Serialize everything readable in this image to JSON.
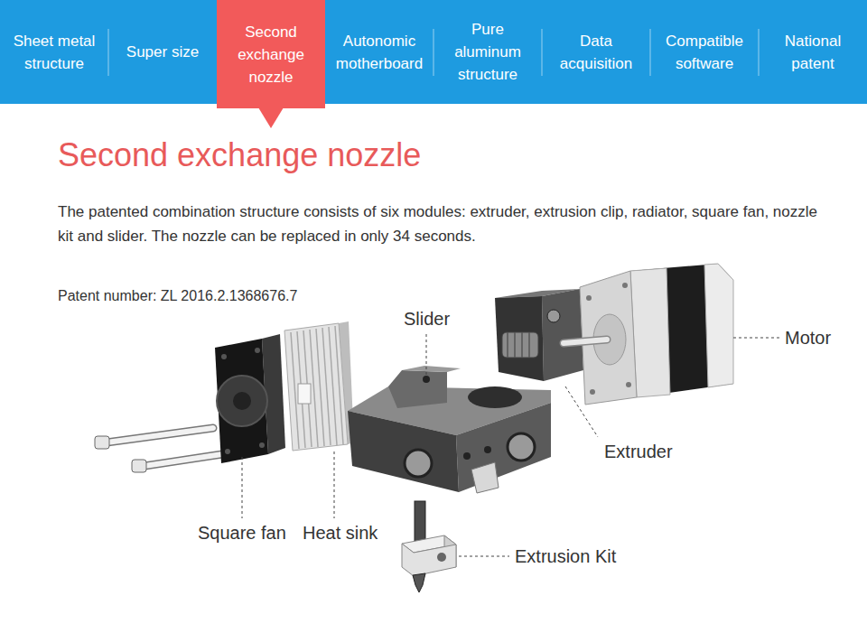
{
  "diagram": {
    "title": "Second exchange nozzle",
    "nodes": [
      {
        "text": [
          "Sheet metal structure"
        ]
      },
      {
        "text": [
          "Super size"
        ]
      },
      {
        "text": [
          "Second exchange nozzle"
        ]
      },
      {
        "text": [
          "Autonomic motherboard"
        ]
      },
      {
        "text": [
          "Pure aluminum structure"
        ]
      },
      {
        "text": [
          "Data acquisition"
        ]
      },
      {
        "text": [
          "Compatible software"
        ]
      },
      {
        "text": [
          "National patent"
        ]
      }
    ],
    "labels": [
      "The patented combination structure consists of six modules: extruder, extrusion clip, radiator, square fan, nozzle kit and slider. The nozzle can be replaced in only 34 seconds.",
      "Patent number: ZL 2016.2.1368676.7",
      "Slider",
      "Motor",
      "Extruder",
      "Square fan",
      "Heat sink",
      "Extrusion Kit"
    ]
  }
}
